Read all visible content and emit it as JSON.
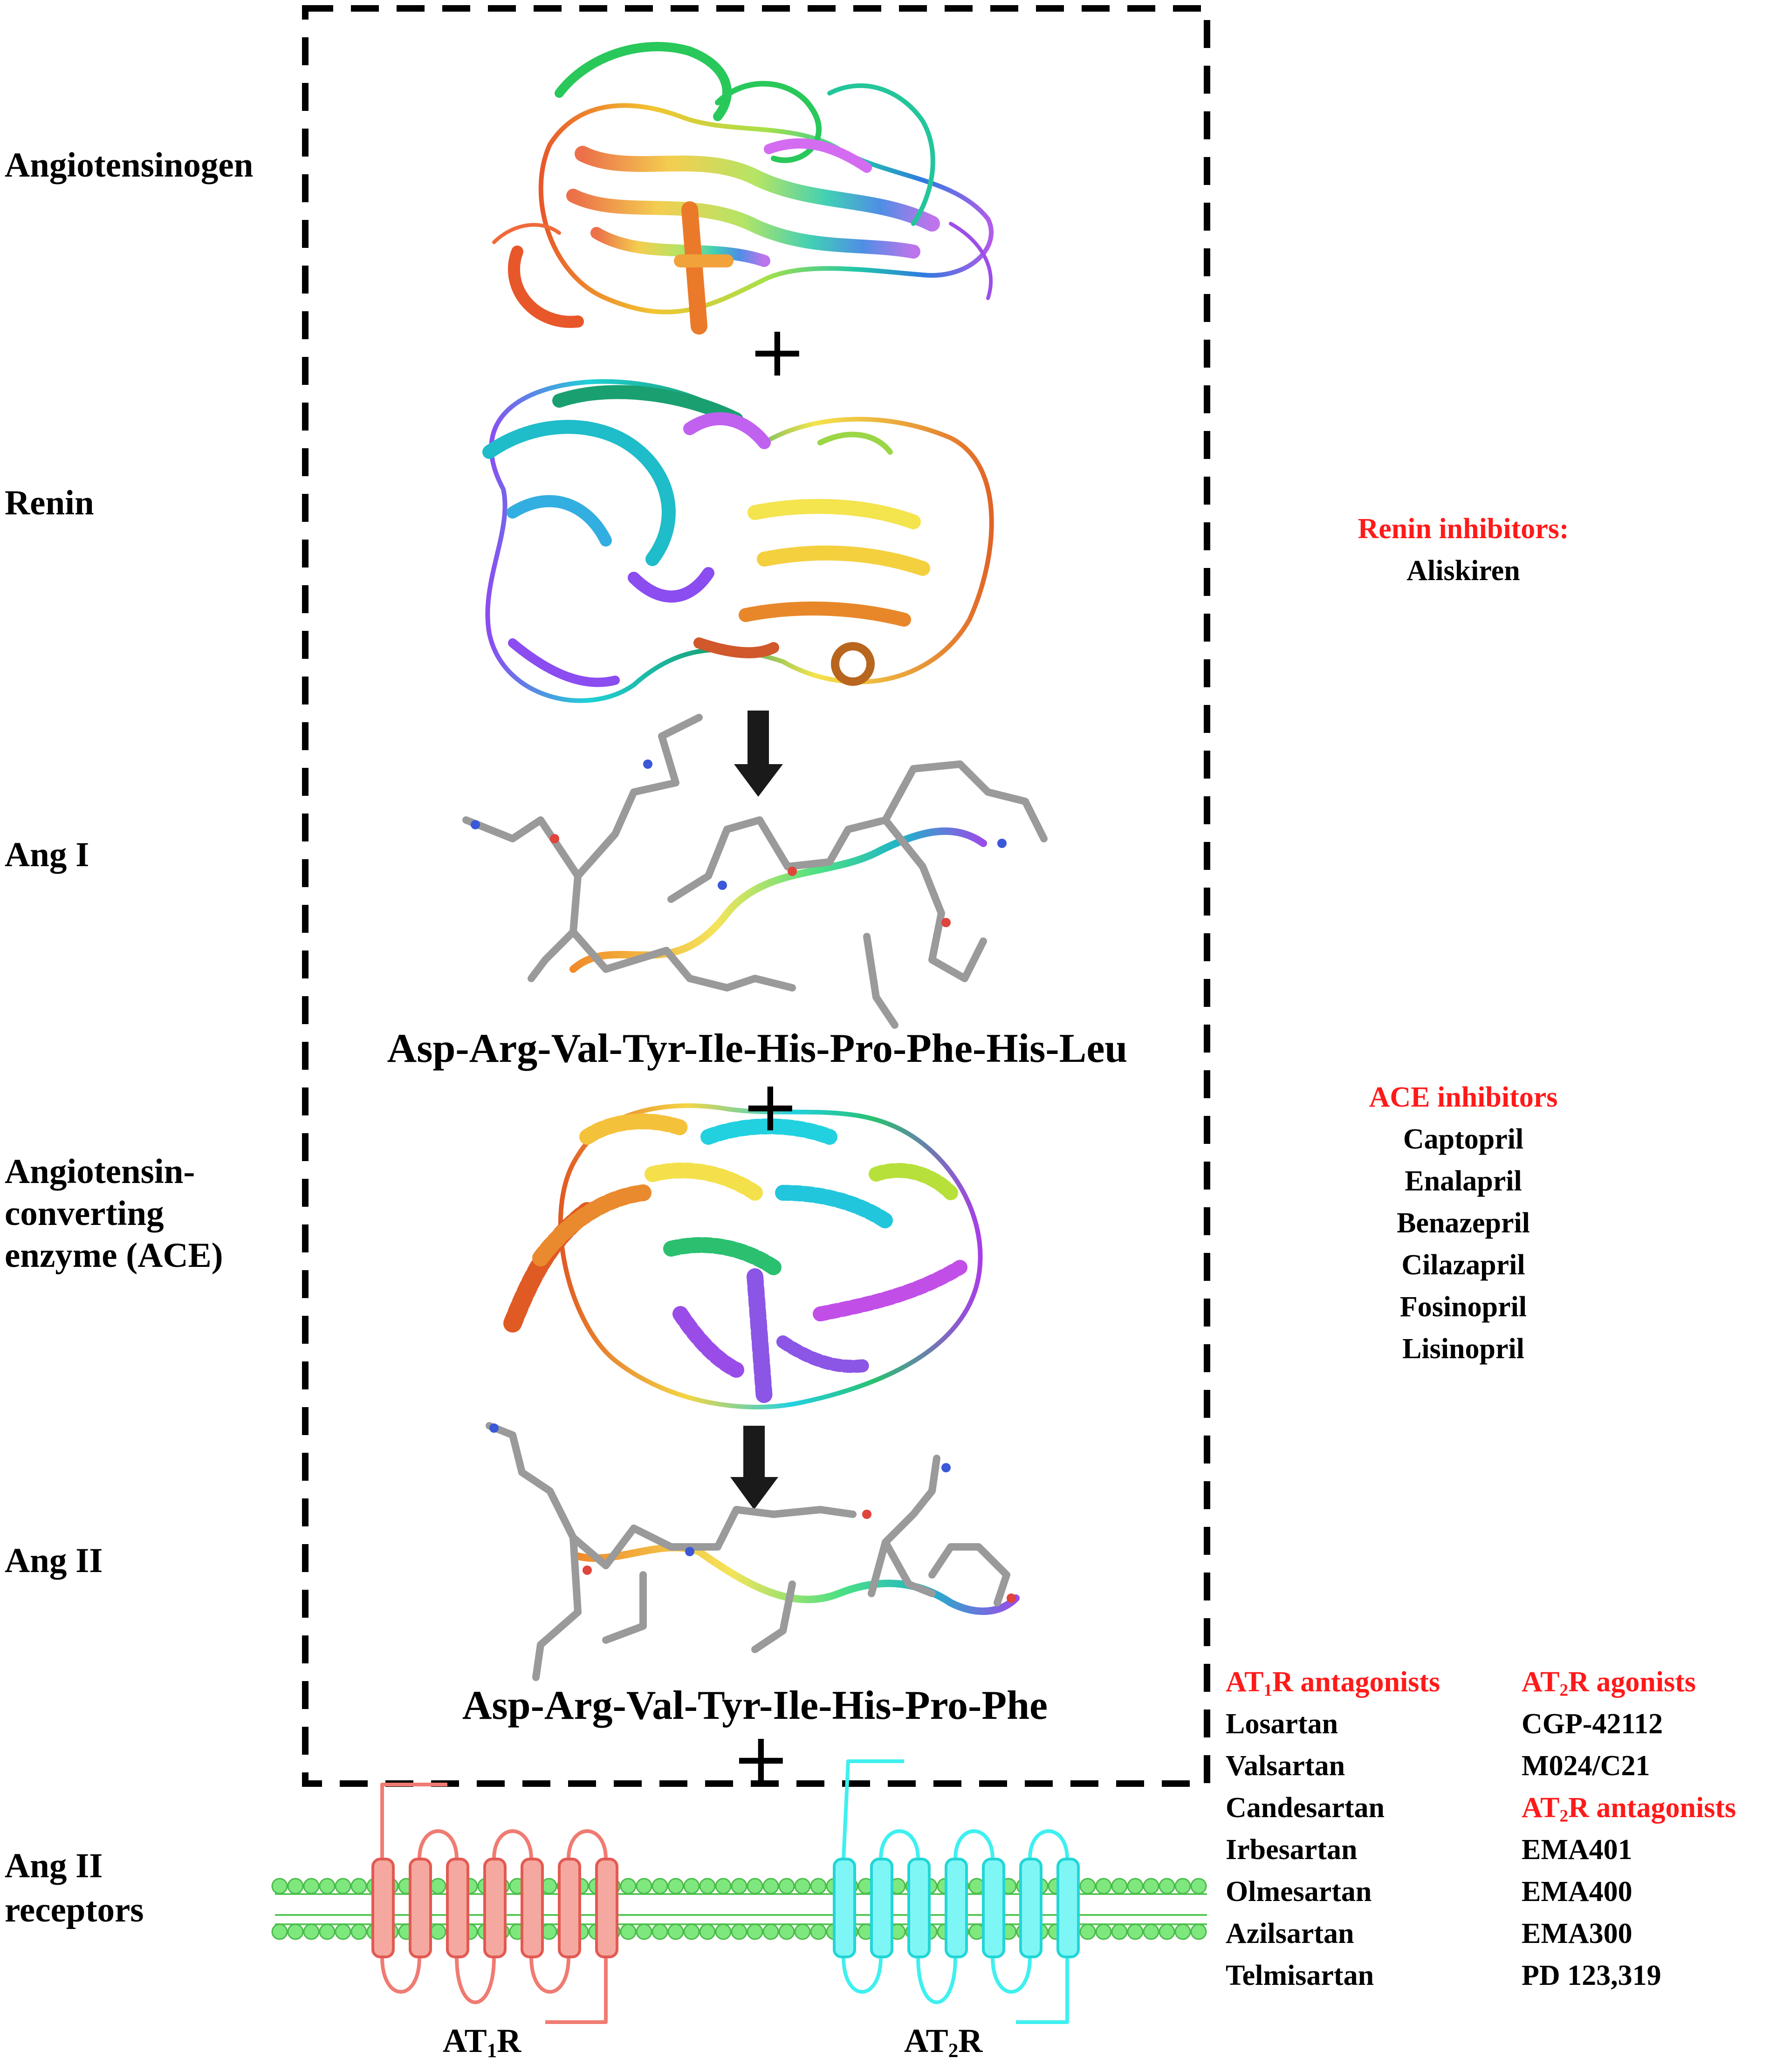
{
  "steps": {
    "angiotensinogen": "Angiotensinogen",
    "renin": "Renin",
    "ang1": "Ang I",
    "ace_line1": "Angiotensin-",
    "ace_line2": "converting",
    "ace_line3": "enzyme (ACE)",
    "ang2": "Ang II",
    "receptors_line1": "Ang II",
    "receptors_line2": "receptors"
  },
  "sequences": {
    "ang1": "Asp-Arg-Val-Tyr-Ile-His-Pro-Phe-His-Leu",
    "ang2": "Asp-Arg-Val-Tyr-Ile-His-Pro-Phe"
  },
  "symbols": {
    "plus": "+"
  },
  "renin_inhibitors": {
    "header": "Renin inhibitors:",
    "drugs": [
      "Aliskiren"
    ]
  },
  "ace_inhibitors": {
    "header": "ACE inhibitors",
    "drugs": [
      "Captopril",
      "Enalapril",
      "Benazepril",
      "Cilazapril",
      "Fosinopril",
      "Lisinopril"
    ]
  },
  "at1r_antagonists": {
    "header_prefix": "AT",
    "header_sub": "1",
    "header_suffix": "R antagonists",
    "drugs": [
      "Losartan",
      "Valsartan",
      "Candesartan",
      "Irbesartan",
      "Olmesartan",
      "Azilsartan",
      "Telmisartan"
    ]
  },
  "at2r_agonists": {
    "header_prefix": "AT",
    "header_sub": "2",
    "header_suffix": "R agonists",
    "drugs": [
      "CGP-42112",
      "M024/C21"
    ]
  },
  "at2r_antagonists": {
    "header_prefix": "AT",
    "header_sub": "2",
    "header_suffix": "R antagonists",
    "drugs": [
      "EMA401",
      "EMA400",
      "EMA300",
      "PD 123,319"
    ]
  },
  "receptors": {
    "at1r": {
      "prefix": "AT",
      "sub": "1",
      "suffix": "R"
    },
    "at2r": {
      "prefix": "AT",
      "sub": "2",
      "suffix": "R"
    }
  },
  "colors": {
    "highlight_text": "#ff1a1a",
    "membrane": "#7ee87e",
    "at1r": "#f07b72",
    "at2r": "#3ff0f0",
    "arrow": "#1a1a1a",
    "stick": "#9a9a9a"
  },
  "icons": [
    "protein-ribbon",
    "peptide-sticks",
    "down-arrow",
    "lipid-bilayer",
    "gpcr-7tm"
  ]
}
